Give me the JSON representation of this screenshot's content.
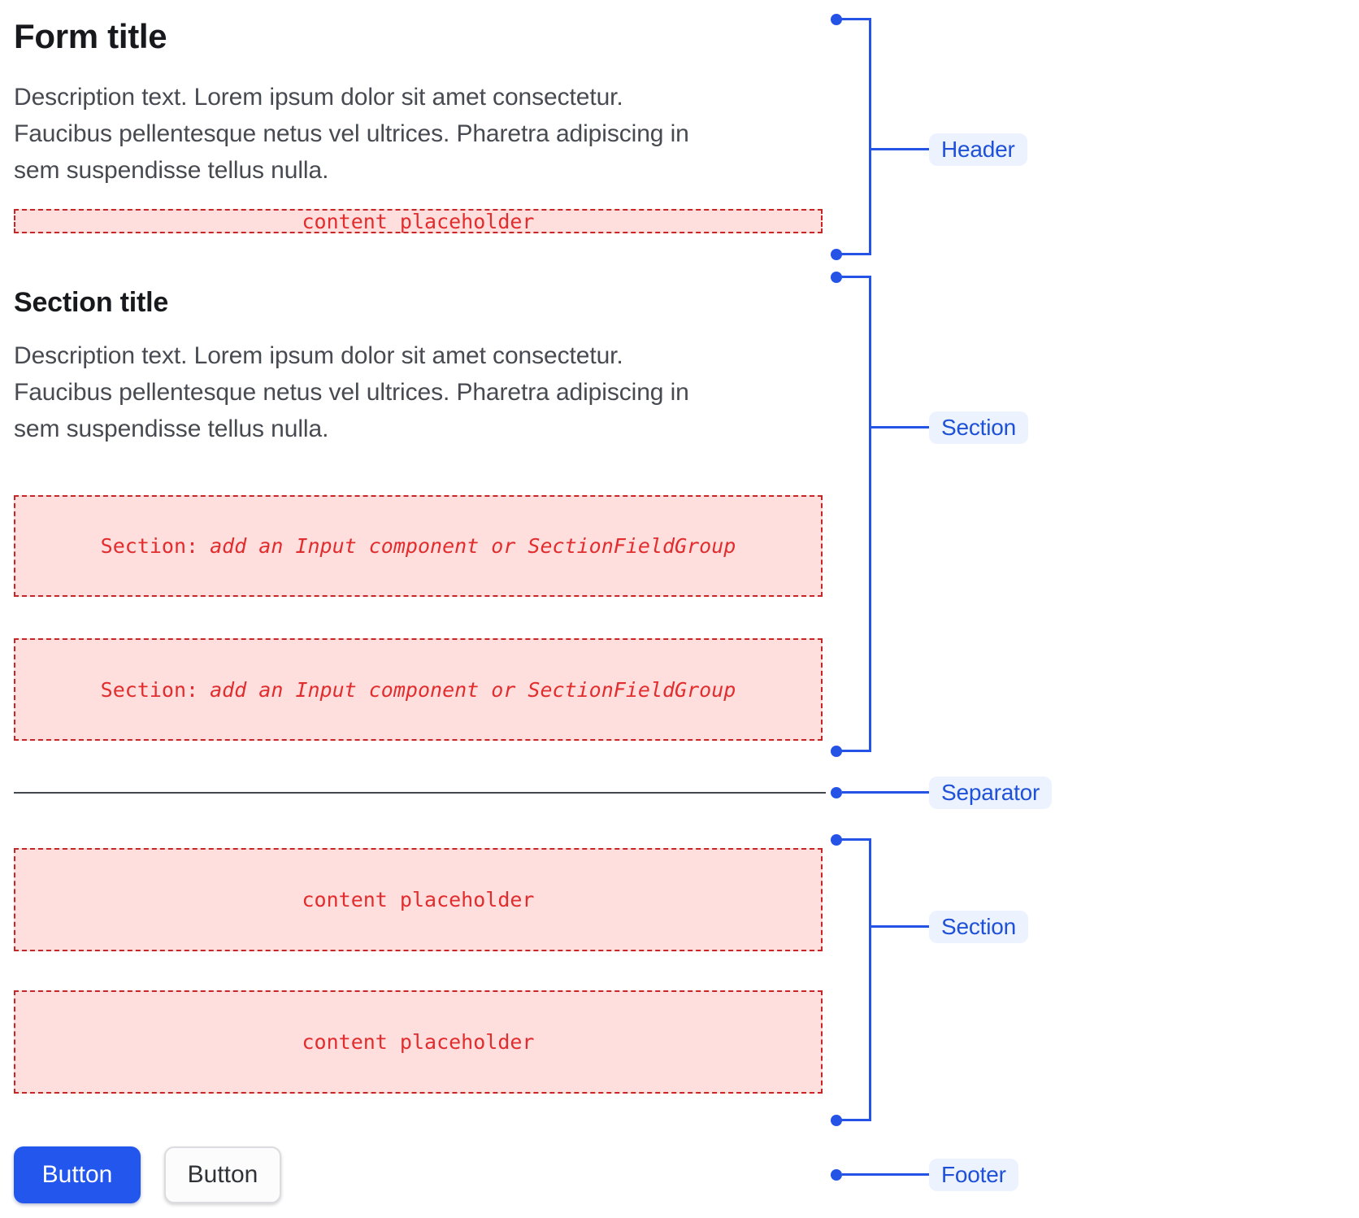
{
  "form": {
    "title": "Form title",
    "description_lines": [
      "Description text. Lorem ipsum dolor sit amet consectetur.",
      "Faucibus pellentesque netus vel ultrices. Pharetra adipiscing in",
      "sem suspendisse tellus nulla."
    ],
    "content_placeholder": "content placeholder"
  },
  "section": {
    "title": "Section title",
    "description_lines": [
      "Description text. Lorem ipsum dolor sit amet consectetur.",
      "Faucibus pellentesque netus vel ultrices. Pharetra adipiscing in",
      "sem suspendisse tellus nulla."
    ],
    "field_placeholder_prefix": "Section:",
    "field_placeholder_text": "add an Input component or SectionFieldGroup"
  },
  "lower_section": {
    "content_placeholder_1": "content placeholder",
    "content_placeholder_2": "content placeholder"
  },
  "footer": {
    "primary_button_label": "Button",
    "secondary_button_label": "Button"
  },
  "annotations": {
    "header_label": "Header",
    "section_label": "Section",
    "separator_label": "Separator",
    "lower_section_label": "Section",
    "footer_label": "Footer"
  },
  "colors": {
    "annotation_blue": "#2453e6",
    "annotation_label_bg": "#ecf2fe",
    "annotation_label_text": "#1e51d8",
    "placeholder_bg": "#ffdede",
    "placeholder_border": "#c72626",
    "placeholder_text": "#e12d2d",
    "primary_button_bg": "#2256ed",
    "separator_color": "#44474d",
    "title_color": "#17191c",
    "description_color": "#474b51"
  }
}
